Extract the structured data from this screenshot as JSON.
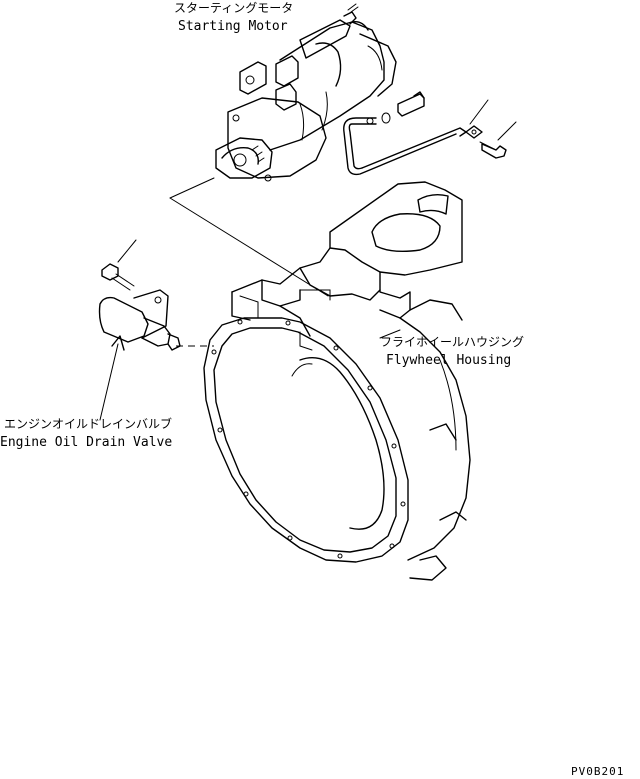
{
  "labels": {
    "starting_motor_jp": "スターティングモータ",
    "starting_motor_en": "Starting Motor",
    "flywheel_housing_jp": "フライホイールハウジング",
    "flywheel_housing_en": "Flywheel Housing",
    "drain_valve_jp": "エンジンオイルドレインバルブ",
    "drain_valve_en": "Engine Oil Drain Valve",
    "figure_code": "PV0B201"
  }
}
